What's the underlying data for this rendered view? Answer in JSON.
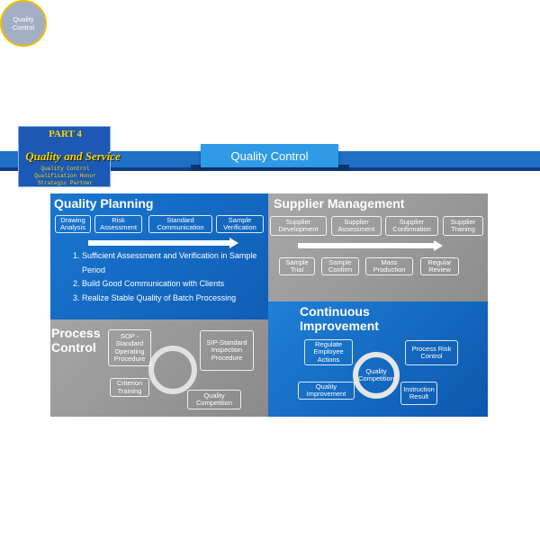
{
  "header": {
    "title": "Quality Control"
  },
  "part_badge": {
    "number": "PART 4",
    "title": "Quality and Service",
    "lines": [
      "Quality Control",
      "Qualification Honor",
      "Strategic Partner"
    ]
  },
  "quality_planning": {
    "title": "Quality Planning",
    "steps": [
      "Drawing Analysis",
      "Risk Assessment",
      "Standard Communication",
      "Sample Verification"
    ],
    "list": [
      "Sufficient Assessment and Verification in Sample Period",
      "Build Good Communication with Clients",
      "Realize Stable Quality of Batch Processing"
    ]
  },
  "supplier_management": {
    "title": "Supplier Management",
    "steps_top": [
      "Supplier Development",
      "Supplier Assessment",
      "Supplier Confirmation",
      "Supplier Training"
    ],
    "steps_bottom": [
      "Sample Trial",
      "Sample Confirm",
      "Mass Production",
      "Regular Review"
    ]
  },
  "process_control": {
    "title_line1": "Process",
    "title_line2": "Control",
    "items": [
      "SOP - Standard Operating Procedure",
      "SIP-Standard Inspection Procedure",
      "Criterion Training",
      "Quality Competition"
    ]
  },
  "continuous_improvement": {
    "title_line1": "Continuous",
    "title_line2": "Improvement",
    "items": [
      "Regulate Employee Actions",
      "Process Risk Control",
      "Quality Improvement",
      "Instruction Result"
    ],
    "center": "Quality Competition"
  },
  "center_circle": {
    "label": "Quality Control"
  },
  "colors": {
    "blue_quadrant": "#1a76cf",
    "gray_quadrant": "#9a9a9a",
    "accent_gold": "#f0c000",
    "header_band": "#1f6fc4"
  }
}
